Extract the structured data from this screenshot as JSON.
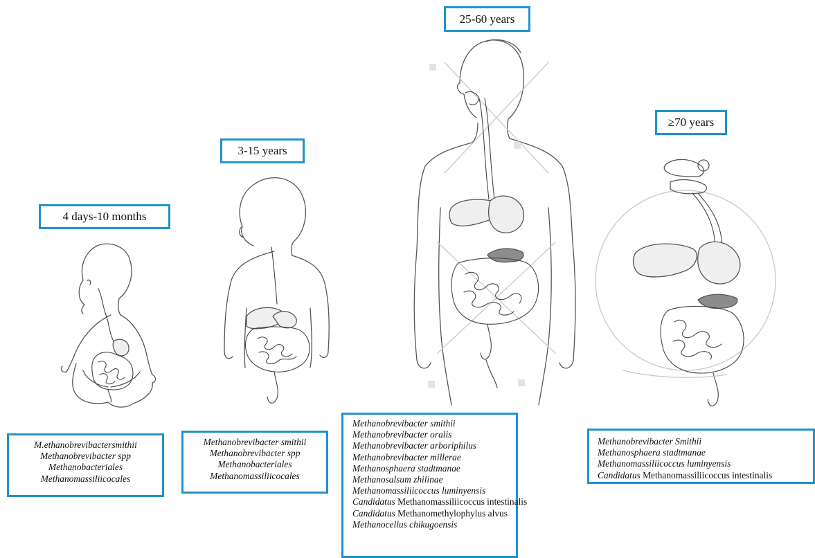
{
  "stages": [
    {
      "age_label": "4 days-10 months",
      "species": [
        {
          "italic": "M.ethanobrevibactersmithii",
          "plain": ""
        },
        {
          "italic": "Methanobrevibacter spp",
          "plain": ""
        },
        {
          "italic": "Methanobacteriales",
          "plain": ""
        },
        {
          "italic": "Methanomassiliicocales",
          "plain": ""
        }
      ]
    },
    {
      "age_label": "3-15 years",
      "species": [
        {
          "italic": "Methanobrevibacter smithii",
          "plain": ""
        },
        {
          "italic": "Methanobrevibacter spp",
          "plain": ""
        },
        {
          "italic": "Methanobacteriales",
          "plain": ""
        },
        {
          "italic": "Methanomassiliicocales",
          "plain": ""
        }
      ]
    },
    {
      "age_label": "25-60 years",
      "species": [
        {
          "italic": "Methanobrevibacter smithii",
          "plain": ""
        },
        {
          "italic": "Methanobrevibacter oralis",
          "plain": ""
        },
        {
          "italic": "Methanobrevibacter arboriphilus",
          "plain": ""
        },
        {
          "italic": "Methanobrevibacter millerae",
          "plain": ""
        },
        {
          "italic": "Methanosphaera stadtmanae",
          "plain": ""
        },
        {
          "italic": "Methanosalsum zhilinae",
          "plain": ""
        },
        {
          "italic": "Methanomassiliicoccus luminyensis",
          "plain": ""
        },
        {
          "italic": "Candidatus",
          "plain": " Methanomassiliicoccus intestinalis"
        },
        {
          "italic": "Candidatus",
          "plain": " Methanomethylophylus alvus"
        },
        {
          "italic": "Methanocellus chikugoensis",
          "plain": ""
        }
      ]
    },
    {
      "age_label": "≥70 years",
      "species": [
        {
          "italic": "Methanobrevibacter Smithii",
          "plain": ""
        },
        {
          "italic": "Methanosphaera stadtmanae",
          "plain": ""
        },
        {
          "italic": "Methanomassiliicoccus luminyensis",
          "plain": ""
        },
        {
          "italic": "Candidatus",
          "plain": " Methanomassiliicoccus intestinalis"
        }
      ]
    }
  ],
  "colors": {
    "box_border": "#1f93c9",
    "line_art": "#555555"
  },
  "figures": [
    "infant-outline",
    "child-outline",
    "adult-outline",
    "elderly-digestive-tract"
  ]
}
